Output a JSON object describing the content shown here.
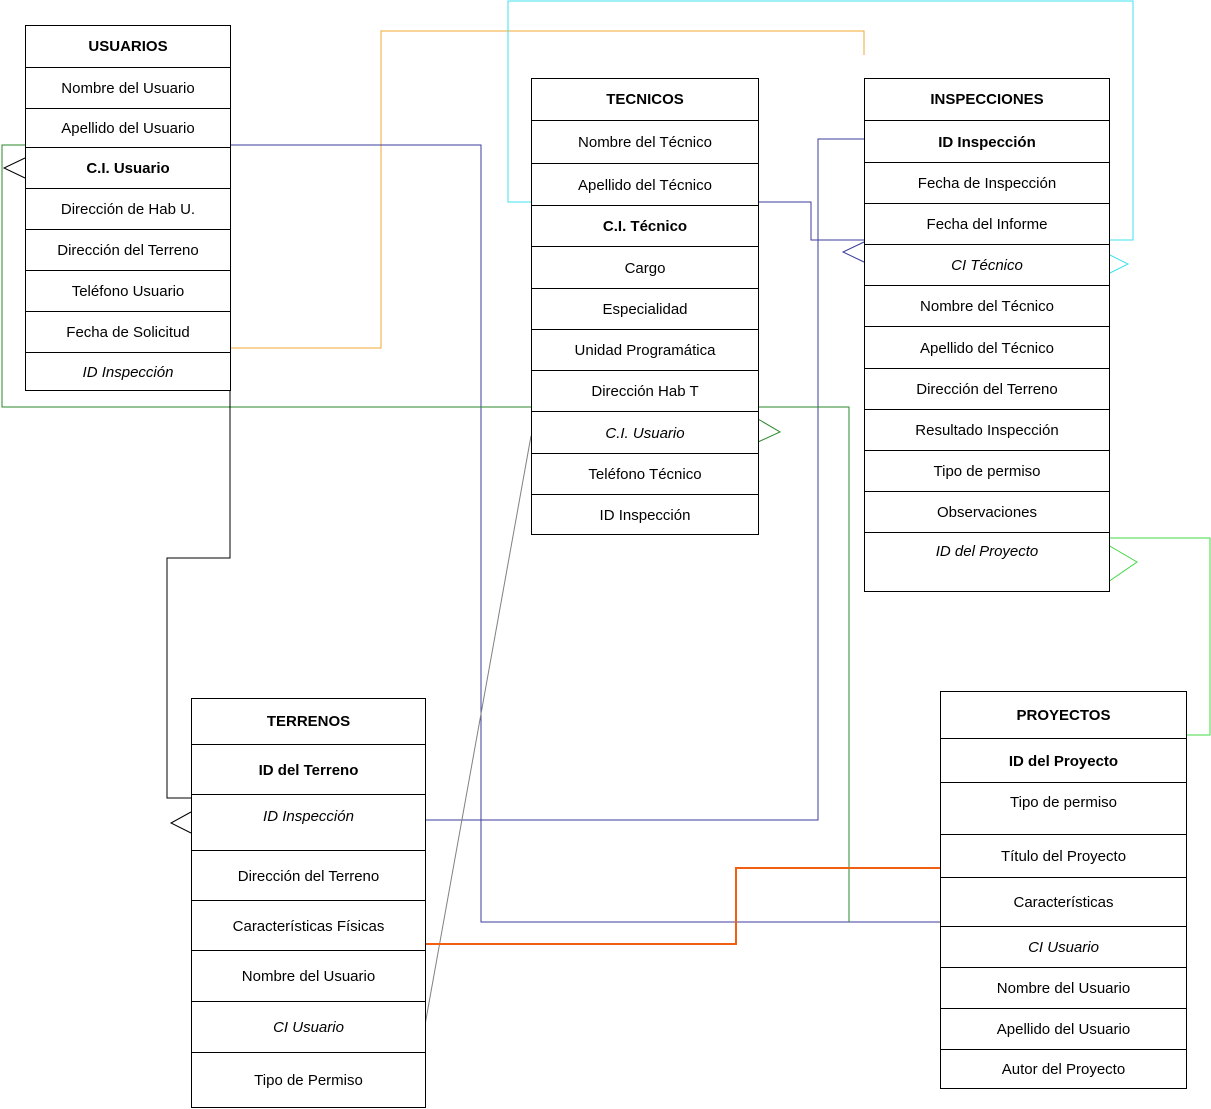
{
  "entities": {
    "usuarios": {
      "title": "USUARIOS",
      "fields": [
        "Nombre del Usuario",
        "Apellido del Usuario",
        "C.I. Usuario",
        "Dirección de Hab U.",
        "Dirección del Terreno",
        "Teléfono Usuario",
        "Fecha de Solicitud",
        "ID Inspección"
      ]
    },
    "tecnicos": {
      "title": "TECNICOS",
      "fields": [
        "Nombre del Técnico",
        "Apellido del Técnico",
        "C.I. Técnico",
        "Cargo",
        "Especialidad",
        "Unidad Programática",
        "Dirección Hab T",
        "C.I. Usuario",
        "Teléfono Técnico",
        "ID Inspección"
      ]
    },
    "inspecciones": {
      "title": "INSPECCIONES",
      "fields": [
        "ID Inspección",
        "Fecha de Inspección",
        "Fecha del Informe",
        "CI Técnico",
        "Nombre del Técnico",
        "Apellido del Técnico",
        "Dirección del Terreno",
        "Resultado Inspección",
        "Tipo de permiso",
        "Observaciones",
        "ID del Proyecto"
      ]
    },
    "terrenos": {
      "title": "TERRENOS",
      "fields": [
        "ID del Terreno",
        "ID Inspección",
        "Dirección del Terreno",
        "Características Físicas",
        "Nombre del Usuario",
        "CI Usuario",
        "Tipo de Permiso"
      ]
    },
    "proyectos": {
      "title": "PROYECTOS",
      "fields": [
        "ID del Proyecto",
        "Tipo de permiso",
        "Título del Proyecto",
        "Características",
        "CI Usuario",
        "Nombre del Usuario",
        "Apellido del Usuario",
        "Autor del Proyecto"
      ]
    }
  },
  "colors": {
    "orange": "#f0a830",
    "cyan": "#40e0f0",
    "navy": "#3c3c9c",
    "green": "#2a8a2a",
    "light_green": "#40d840",
    "dark_orange": "#f06010",
    "gray": "#808080",
    "black": "#000000"
  }
}
